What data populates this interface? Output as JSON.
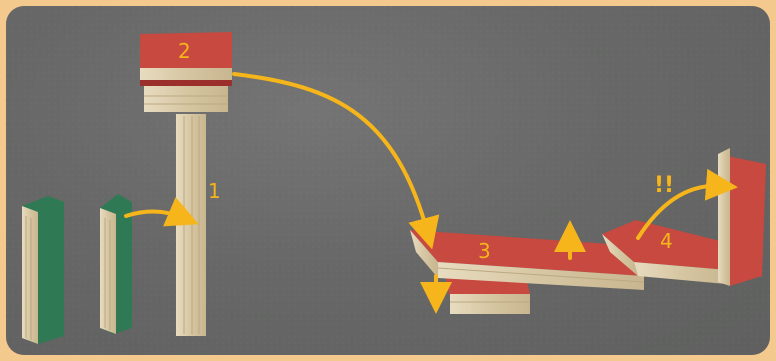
{
  "labels": {
    "domino_1": "1",
    "domino_2": "2",
    "domino_3": "3",
    "domino_4": "4",
    "exclamation": "!!"
  },
  "colors": {
    "frame": "#f3c98e",
    "table_surface": "#676867",
    "wood": "#d9cba9",
    "red_face": "#c7493f",
    "green_face": "#2f7a55",
    "annotation": "#f6b51b"
  }
}
